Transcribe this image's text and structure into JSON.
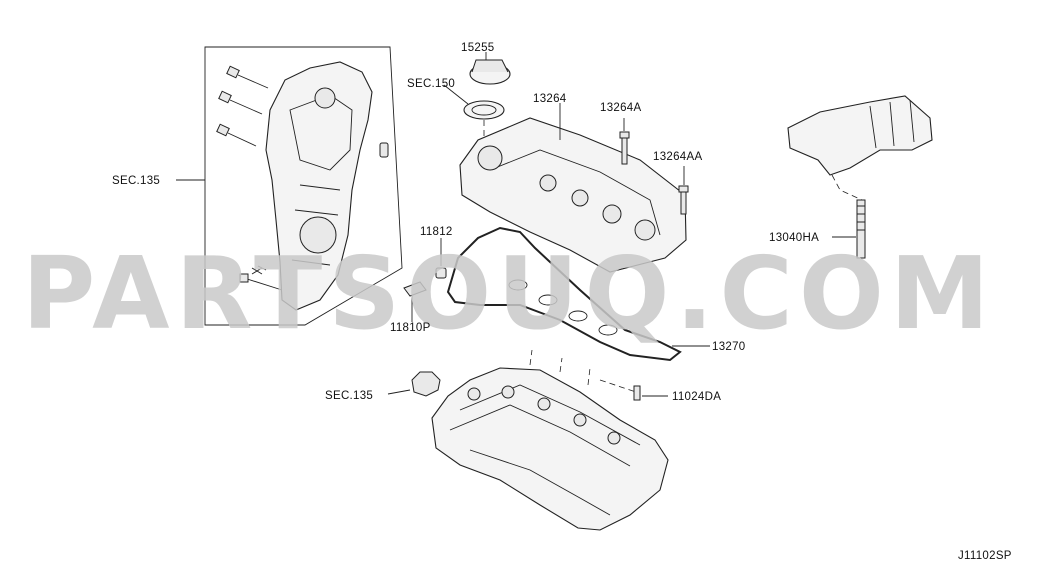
{
  "watermark": "PARTSOUQ.COM",
  "drawing_code": "J11102SP",
  "labels": {
    "sec135_top": "SEC.135",
    "part_15255": "15255",
    "sec150": "SEC.150",
    "part_13264": "13264",
    "part_13264A": "13264A",
    "part_13264AA": "13264AA",
    "part_13040HA": "13040HA",
    "part_11812": "11812",
    "part_11810P": "11810P",
    "part_13270": "13270",
    "sec135_bottom": "SEC.135",
    "part_11024DA": "11024DA"
  }
}
